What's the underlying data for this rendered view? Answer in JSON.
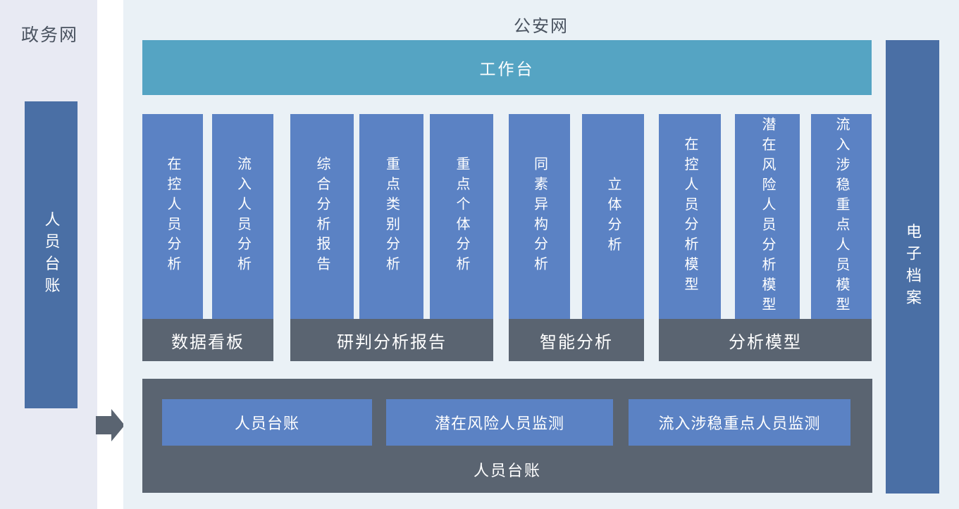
{
  "colors": {
    "left_panel_bg": "#e8eaf3",
    "right_panel_bg": "#eaf1f6",
    "teal_bar": "#55a4c3",
    "module_blue": "#5b82c4",
    "deep_blue_bar": "#4a6fa5",
    "slate_gray": "#5a6471",
    "title_text": "#4a5360"
  },
  "left_panel": {
    "title": "政务网",
    "ledger_bar_label": "人员台账"
  },
  "arrow": {
    "icon": "right-arrow"
  },
  "right_panel": {
    "title": "公安网",
    "workbench_bar_label": "工作台",
    "archive_bar_label": "电子档案",
    "groups": [
      {
        "label": "数据看板",
        "columns": [
          "在控人员分析",
          "流入人员分析"
        ]
      },
      {
        "label": "研判分析报告",
        "columns": [
          "综合分析报告",
          "重点类别分析",
          "重点个体分析"
        ]
      },
      {
        "label": "智能分析",
        "columns": [
          "同素异构分析",
          "立体分析"
        ]
      },
      {
        "label": "分析模型",
        "columns": [
          "在控人员分析模型",
          "潜在风险人员分析模型",
          "流入涉稳重点人员模型"
        ]
      }
    ],
    "bottom_box": {
      "label": "人员台账",
      "buttons": [
        "人员台账",
        "潜在风险人员监测",
        "流入涉稳重点人员监测"
      ]
    }
  }
}
